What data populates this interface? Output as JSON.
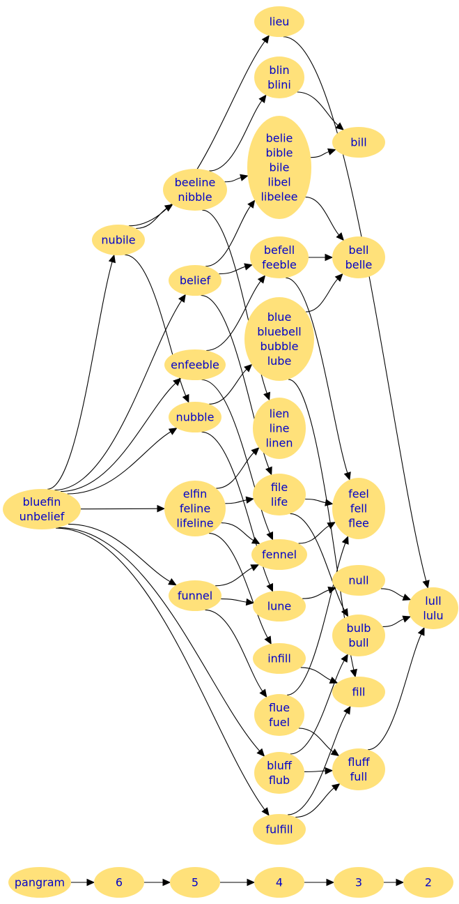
{
  "colors": {
    "node_fill": "#ffe17a",
    "node_text": "#0000c8",
    "edge": "#000000",
    "background": "#ffffff"
  },
  "nodes": {
    "bluefin": [
      "bluefin",
      "unbelief"
    ],
    "nubile": [
      "nubile"
    ],
    "beeline": [
      "beeline",
      "nibble"
    ],
    "belief": [
      "belief"
    ],
    "enfeeble": [
      "enfeeble"
    ],
    "nubble": [
      "nubble"
    ],
    "elfin": [
      "elfin",
      "feline",
      "lifeline"
    ],
    "funnel": [
      "funnel"
    ],
    "bluff": [
      "bluff",
      "flub"
    ],
    "fulfill": [
      "fulfill"
    ],
    "lieu": [
      "lieu"
    ],
    "blin": [
      "blin",
      "blini"
    ],
    "belie": [
      "belie",
      "bible",
      "bile",
      "libel",
      "libelee"
    ],
    "befell": [
      "befell",
      "feeble"
    ],
    "blue": [
      "blue",
      "bluebell",
      "bubble",
      "lube"
    ],
    "lien": [
      "lien",
      "line",
      "linen"
    ],
    "file": [
      "file",
      "life"
    ],
    "fennel": [
      "fennel"
    ],
    "lune": [
      "lune"
    ],
    "infill": [
      "infill"
    ],
    "flue": [
      "flue",
      "fuel"
    ],
    "bill": [
      "bill"
    ],
    "bell": [
      "bell",
      "belle"
    ],
    "feel": [
      "feel",
      "fell",
      "flee"
    ],
    "null": [
      "null"
    ],
    "bulb": [
      "bulb",
      "bull"
    ],
    "fill": [
      "fill"
    ],
    "fluff": [
      "fluff",
      "full"
    ],
    "lull": [
      "lull",
      "lulu"
    ],
    "pangram": [
      "pangram"
    ],
    "n6": [
      "6"
    ],
    "n5": [
      "5"
    ],
    "n4": [
      "4"
    ],
    "n3": [
      "3"
    ],
    "n2": [
      "2"
    ]
  },
  "edges": [
    [
      "bluefin",
      "nubile"
    ],
    [
      "bluefin",
      "belief"
    ],
    [
      "bluefin",
      "enfeeble"
    ],
    [
      "bluefin",
      "nubble"
    ],
    [
      "bluefin",
      "elfin"
    ],
    [
      "bluefin",
      "funnel"
    ],
    [
      "bluefin",
      "bluff"
    ],
    [
      "bluefin",
      "fulfill"
    ],
    [
      "nubile",
      "lieu"
    ],
    [
      "nubile",
      "beeline"
    ],
    [
      "nubile",
      "nubble"
    ],
    [
      "beeline",
      "blin"
    ],
    [
      "beeline",
      "belie"
    ],
    [
      "beeline",
      "lien"
    ],
    [
      "belief",
      "belie"
    ],
    [
      "belief",
      "befell"
    ],
    [
      "belief",
      "file"
    ],
    [
      "enfeeble",
      "befell"
    ],
    [
      "enfeeble",
      "fennel"
    ],
    [
      "nubble",
      "blue"
    ],
    [
      "nubble",
      "lune"
    ],
    [
      "elfin",
      "lien"
    ],
    [
      "elfin",
      "file"
    ],
    [
      "elfin",
      "fennel"
    ],
    [
      "elfin",
      "infill"
    ],
    [
      "funnel",
      "fennel"
    ],
    [
      "funnel",
      "lune"
    ],
    [
      "funnel",
      "flue"
    ],
    [
      "lieu",
      "lull"
    ],
    [
      "blin",
      "bill"
    ],
    [
      "belie",
      "bill"
    ],
    [
      "belie",
      "bell"
    ],
    [
      "befell",
      "bell"
    ],
    [
      "befell",
      "feel"
    ],
    [
      "blue",
      "bell"
    ],
    [
      "blue",
      "fill"
    ],
    [
      "file",
      "feel"
    ],
    [
      "file",
      "bulb"
    ],
    [
      "fennel",
      "feel"
    ],
    [
      "lune",
      "null"
    ],
    [
      "infill",
      "fill"
    ],
    [
      "flue",
      "feel"
    ],
    [
      "flue",
      "fluff"
    ],
    [
      "bluff",
      "bulb"
    ],
    [
      "bluff",
      "fluff"
    ],
    [
      "fulfill",
      "fill"
    ],
    [
      "fulfill",
      "fluff"
    ],
    [
      "null",
      "lull"
    ],
    [
      "bulb",
      "lull"
    ],
    [
      "fluff",
      "lull"
    ],
    [
      "pangram",
      "n6"
    ],
    [
      "n6",
      "n5"
    ],
    [
      "n5",
      "n4"
    ],
    [
      "n4",
      "n3"
    ],
    [
      "n3",
      "n2"
    ]
  ]
}
